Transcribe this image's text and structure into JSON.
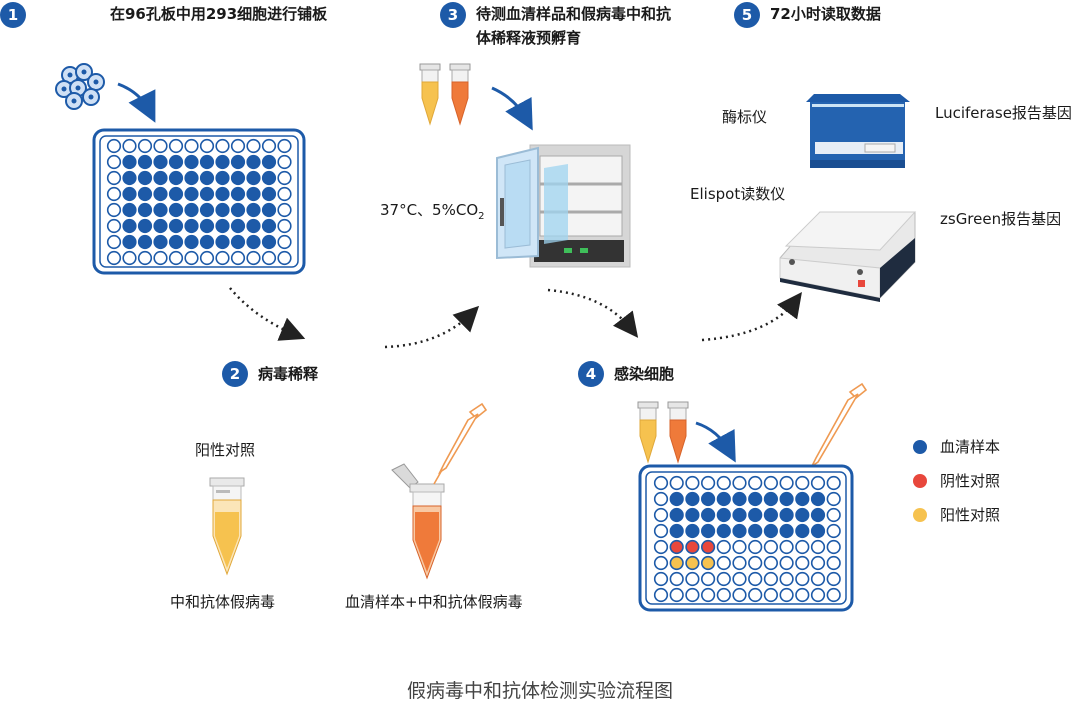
{
  "steps": [
    {
      "num": "1",
      "label": "在96孔板中用293细胞进行铺板"
    },
    {
      "num": "2",
      "label": "病毒稀释"
    },
    {
      "num": "3",
      "label_line1": "待测血清样品和假病毒中和抗",
      "label_line2": "体稀释液预孵育"
    },
    {
      "num": "4",
      "label": "感染细胞"
    },
    {
      "num": "5",
      "label": "72小时读取数据"
    }
  ],
  "incubator": {
    "condition_prefix": "37°C、5%CO",
    "condition_sub": "2"
  },
  "readers": {
    "plate_reader": "酶标仪",
    "luciferase": "Luciferase报告基因",
    "elispot": "Elispot读数仪",
    "zsgreen": "zsGreen报告基因"
  },
  "dilution": {
    "positive_control": "阳性对照",
    "tube1_caption": "中和抗体假病毒",
    "tube2_caption": "血清样本+中和抗体假病毒"
  },
  "legend": [
    {
      "label": "血清样本",
      "color": "#1d5aa8"
    },
    {
      "label": "阴性对照",
      "color": "#e8473c"
    },
    {
      "label": "阳性对照",
      "color": "#f6c24f"
    }
  ],
  "caption": "假病毒中和抗体检测实验流程图",
  "colors": {
    "blue": "#1d5aa8",
    "red": "#e8473c",
    "yellow": "#f6c24f",
    "orange": "#ef7a3a"
  }
}
